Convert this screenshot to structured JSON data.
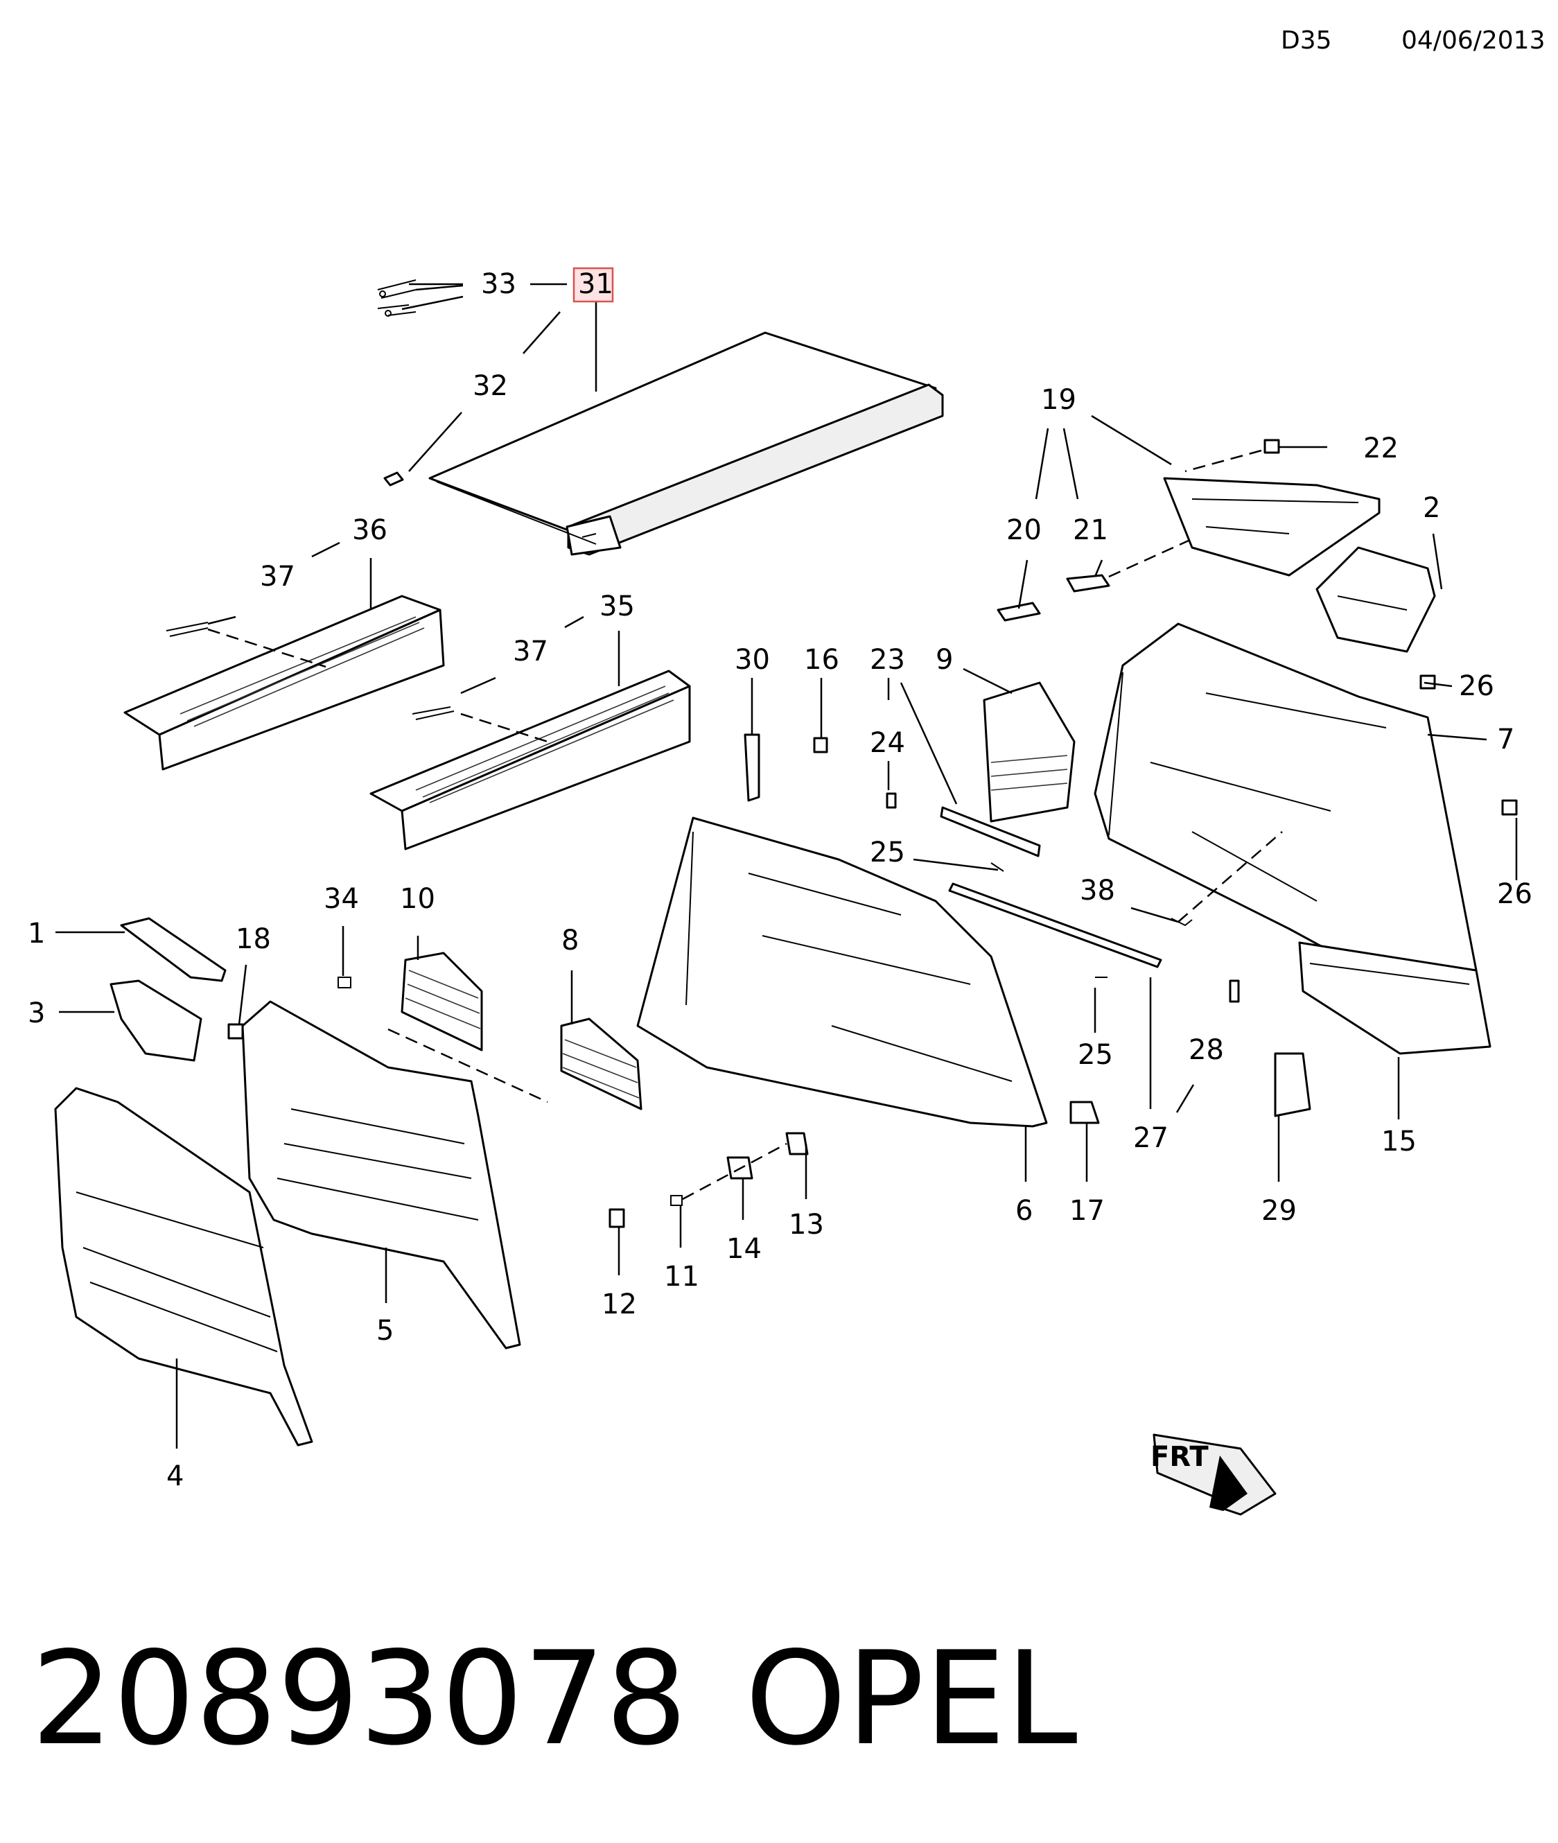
{
  "header": {
    "code": "D35",
    "date": "04/06/2013"
  },
  "callouts": [
    {
      "id": "c33",
      "text": "33"
    },
    {
      "id": "c31",
      "text": "31",
      "highlight": true
    },
    {
      "id": "c32",
      "text": "32"
    },
    {
      "id": "c36",
      "text": "36"
    },
    {
      "id": "c37a",
      "text": "37"
    },
    {
      "id": "c35",
      "text": "35"
    },
    {
      "id": "c37b",
      "text": "37"
    },
    {
      "id": "c19",
      "text": "19"
    },
    {
      "id": "c22",
      "text": "22"
    },
    {
      "id": "c2",
      "text": "2"
    },
    {
      "id": "c20",
      "text": "20"
    },
    {
      "id": "c21",
      "text": "21"
    },
    {
      "id": "c30",
      "text": "30"
    },
    {
      "id": "c16",
      "text": "16"
    },
    {
      "id": "c23",
      "text": "23"
    },
    {
      "id": "c9",
      "text": "9"
    },
    {
      "id": "c26a",
      "text": "26"
    },
    {
      "id": "c24",
      "text": "24"
    },
    {
      "id": "c7",
      "text": "7"
    },
    {
      "id": "c26b",
      "text": "26"
    },
    {
      "id": "c25a",
      "text": "25"
    },
    {
      "id": "c38",
      "text": "38"
    },
    {
      "id": "c34",
      "text": "34"
    },
    {
      "id": "c10",
      "text": "10"
    },
    {
      "id": "c1",
      "text": "1"
    },
    {
      "id": "c18",
      "text": "18"
    },
    {
      "id": "c8",
      "text": "8"
    },
    {
      "id": "c3",
      "text": "3"
    },
    {
      "id": "c25b",
      "text": "25"
    },
    {
      "id": "c28",
      "text": "28"
    },
    {
      "id": "c27",
      "text": "27"
    },
    {
      "id": "c15",
      "text": "15"
    },
    {
      "id": "c6",
      "text": "6"
    },
    {
      "id": "c17",
      "text": "17"
    },
    {
      "id": "c29",
      "text": "29"
    },
    {
      "id": "c13",
      "text": "13"
    },
    {
      "id": "c14",
      "text": "14"
    },
    {
      "id": "c11",
      "text": "11"
    },
    {
      "id": "c12",
      "text": "12"
    },
    {
      "id": "c5",
      "text": "5"
    },
    {
      "id": "c4",
      "text": "4"
    }
  ],
  "direction_marker": {
    "text": "FRT"
  },
  "footer": {
    "part_number": "20893078",
    "brand": "OPEL"
  },
  "colors": {
    "highlight_fill": "#fde3e3",
    "highlight_stroke": "#d9534f",
    "ink": "#000000"
  }
}
